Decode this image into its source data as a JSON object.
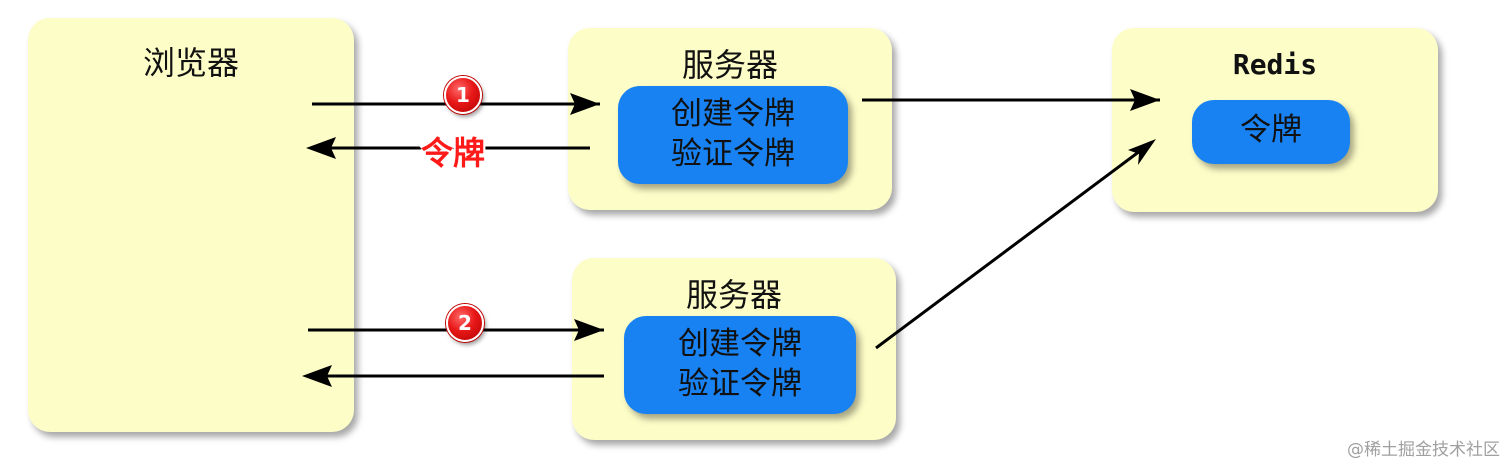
{
  "browser": {
    "title": "浏览器"
  },
  "server_top": {
    "title": "服务器",
    "action_create": "创建令牌",
    "action_verify": "验证令牌"
  },
  "server_bottom": {
    "title": "服务器",
    "action_create": "创建令牌",
    "action_verify": "验证令牌"
  },
  "redis": {
    "title": "Redis",
    "store_label": "令牌"
  },
  "flow": {
    "step1_label": "1",
    "step2_label": "2",
    "token_label": "令牌"
  },
  "watermark": "@稀土掘金技术社区",
  "colors": {
    "box_fill": "#fdfdc8",
    "action_fill": "#1882f2",
    "badge_red": "#e81818",
    "token_text": "#ff1a1a"
  }
}
